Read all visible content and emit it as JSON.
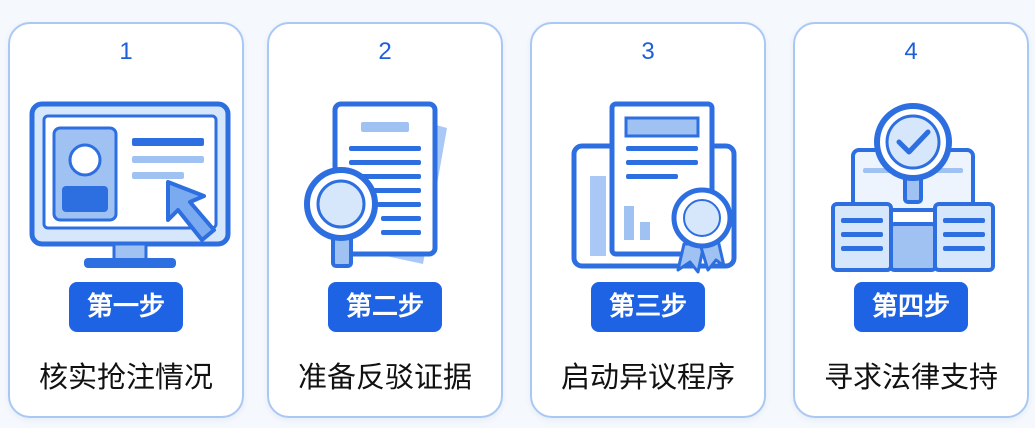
{
  "colors": {
    "accent": "#1e63e3",
    "card_border": "#aac8f4",
    "icon_fill": "#d6e6fb",
    "icon_stroke": "#2d6fe0"
  },
  "steps": [
    {
      "number": "1",
      "badge": "第一步",
      "caption": "核实抢注情况",
      "icon": "computer-monitor-with-id-card-and-cursor-icon"
    },
    {
      "number": "2",
      "badge": "第二步",
      "caption": "准备反驳证据",
      "icon": "documents-with-magnifier-icon"
    },
    {
      "number": "3",
      "badge": "第三步",
      "caption": "启动异议程序",
      "icon": "certificate-with-seal-and-chart-icon"
    },
    {
      "number": "4",
      "badge": "第四步",
      "caption": "寻求法律支持",
      "icon": "magnifier-checkmark-over-documents-icon"
    }
  ]
}
